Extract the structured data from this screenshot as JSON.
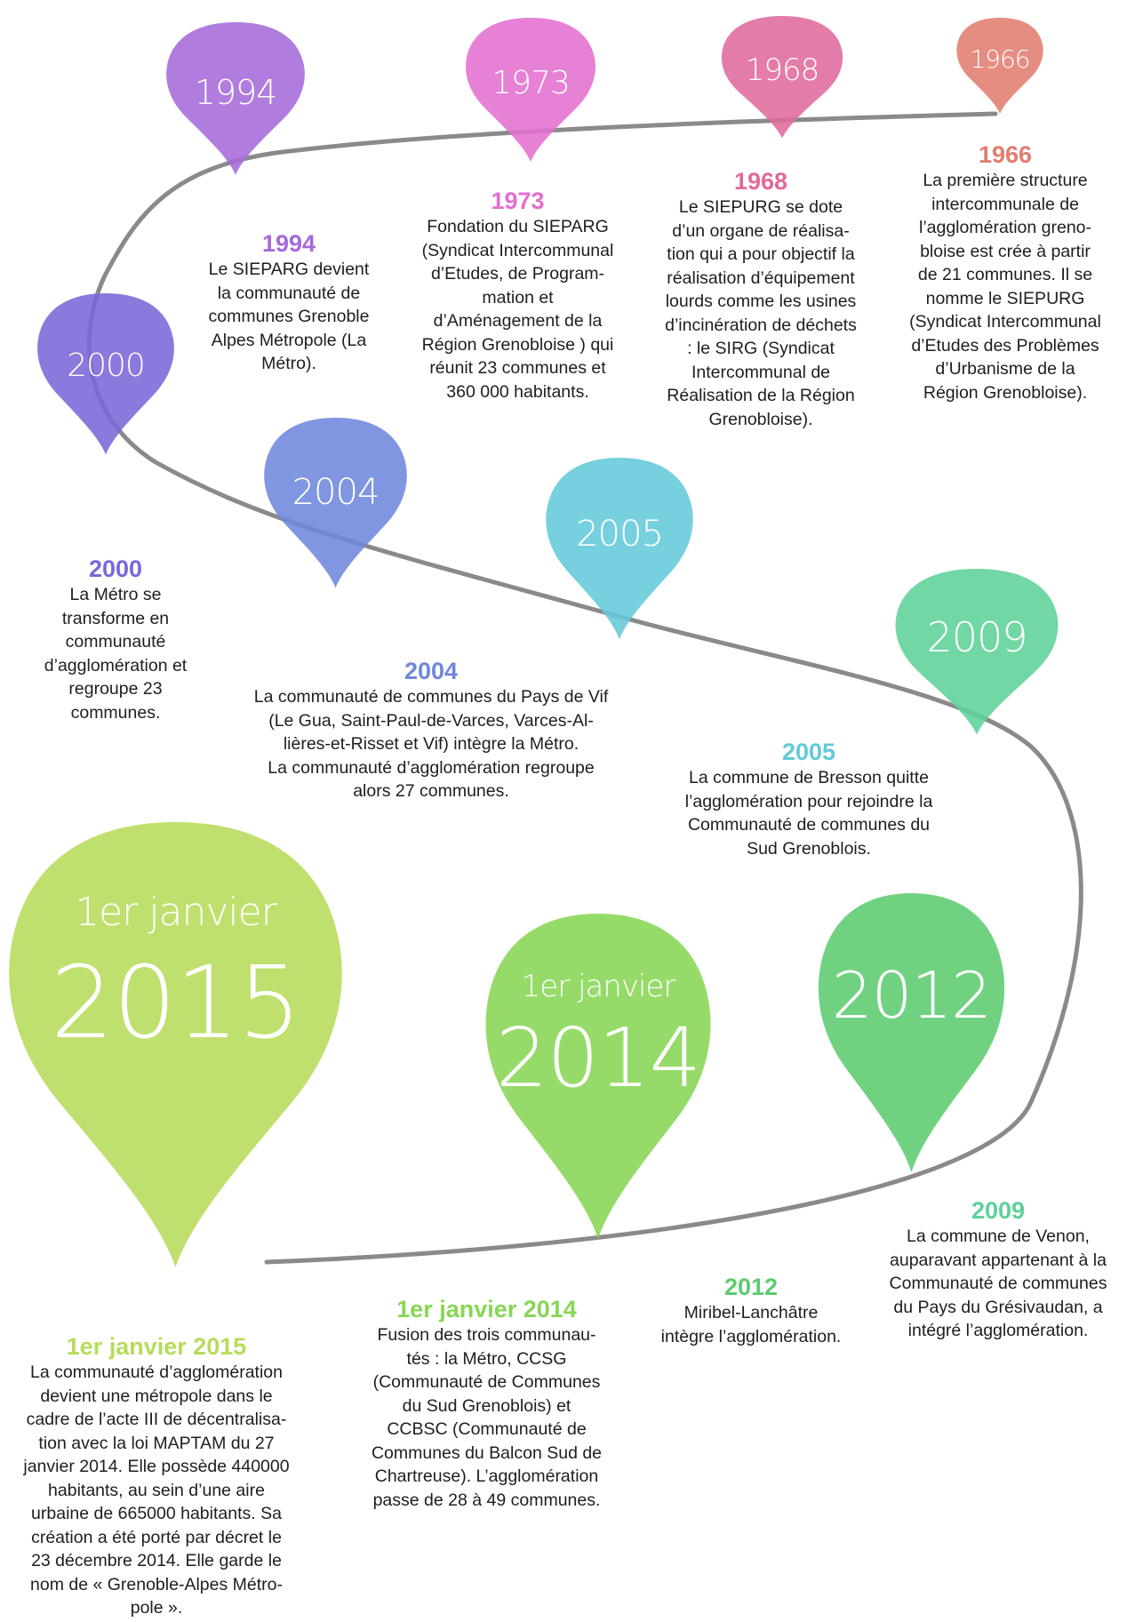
{
  "colors": {
    "1994": "#a56ad9",
    "1973": "#e26fd0",
    "1968": "#e06a9d",
    "1966": "#e37d70",
    "2000": "#7b67d8",
    "2004": "#6f88dc",
    "2005": "#63c9d9",
    "2009": "#5dd198",
    "2012": "#5ccc70",
    "2014": "#88d655",
    "2015": "#b6dc5a",
    "line": "#8a8a8a"
  },
  "pins": {
    "p1994": "1994",
    "p1973": "1973",
    "p1968": "1968",
    "p1966": "1966",
    "p2000": "2000",
    "p2004": "2004",
    "p2005": "2005",
    "p2009": "2009",
    "p2012": "2012",
    "p2014_top": "1er janvier",
    "p2014": "2014",
    "p2015_top": "1er janvier",
    "p2015": "2015"
  },
  "events": {
    "e1994": {
      "year": "1994",
      "text": "Le SIEPARG devient\nla communauté de\ncommunes Grenoble\nAlpes Métropole (La\nMétro)."
    },
    "e1973": {
      "year": "1973",
      "text": "Fondation du SIEPARG\n(Syndicat Intercommunal\nd’Etudes, de Program-\nmation et\nd’Aménagement de la\nRégion Grenobloise ) qui\nréunit 23 communes et\n360 000 habitants."
    },
    "e1968": {
      "year": "1968",
      "text": "Le SIEPURG se dote\nd’un organe de réalisa-\ntion qui a pour objectif la\nréalisation d’équipement\nlourds comme les usines\nd’incinération de déchets\n: le SIRG (Syndicat\nIntercommunal de\nRéalisation de la Région\nGrenobloise)."
    },
    "e1966": {
      "year": "1966",
      "text": "La première structure\nintercommunale de\nl’agglomération greno-\nbloise est crée à partir\nde 21 communes. Il se\nnomme le SIEPURG\n(Syndicat Intercommunal\nd’Etudes des Problèmes\nd’Urbanisme de la\nRégion Grenobloise)."
    },
    "e2000": {
      "year": "2000",
      "text": "La Métro se\ntransforme en\ncommunauté\nd’agglomération et\nregroupe 23\ncommunes."
    },
    "e2004": {
      "year": "2004",
      "text": "La communauté de communes du Pays de Vif\n(Le Gua, Saint-Paul-de-Varces, Varces-Al-\nlières-et-Risset et Vif) intègre la Métro.\nLa communauté d’agglomération regroupe\nalors 27 communes."
    },
    "e2005": {
      "year": "2005",
      "text": "La commune de Bresson quitte\nl’agglomération pour rejoindre la\nCommunauté de communes du\nSud Grenoblois."
    },
    "e2009": {
      "year": "2009",
      "text": "La commune de Venon,\nauparavant appartenant à la\nCommunauté de communes\ndu Pays du Grésivaudan, a\nintégré l’agglomération."
    },
    "e2012": {
      "year": "2012",
      "text": "Miribel-Lanchâtre\nintègre l’agglomération."
    },
    "e2014": {
      "year": "1er janvier 2014",
      "text": "Fusion des trois communau-\ntés : la Métro, CCSG\n(Communauté de Communes\ndu Sud Grenoblois) et\nCCBSC (Communauté de\nCommunes du Balcon Sud de\nChartreuse). L’agglomération\npasse de 28 à 49 communes."
    },
    "e2015": {
      "year": "1er janvier 2015",
      "text": "La communauté d’agglomération\ndevient une métropole dans le\ncadre de l’acte III de décentralisa-\ntion avec la loi MAPTAM du 27\njanvier 2014. Elle possède 440000\nhabitants, au sein d’une aire\nurbaine de 665000 habitants. Sa\ncréation a été porté par décret le\n23 décembre 2014. Elle garde le\nnom de « Grenoble-Alpes Métro-\npole »."
    }
  }
}
